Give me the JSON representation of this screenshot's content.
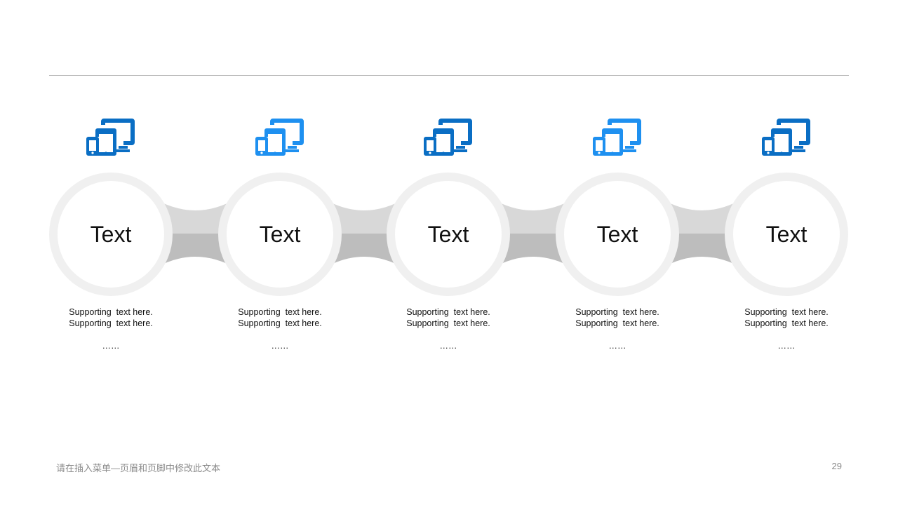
{
  "steps": [
    {
      "label": "Text",
      "support_line1": "Supporting  text here.",
      "support_line2": "Supporting  text here.",
      "ellipsis": "……",
      "icon": "devices-icon",
      "icon_color": "#0a6ec4"
    },
    {
      "label": "Text",
      "support_line1": "Supporting  text here.",
      "support_line2": "Supporting  text here.",
      "ellipsis": "……",
      "icon": "devices-icon",
      "icon_color": "#1e90f0"
    },
    {
      "label": "Text",
      "support_line1": "Supporting  text here.",
      "support_line2": "Supporting  text here.",
      "ellipsis": "……",
      "icon": "devices-icon",
      "icon_color": "#0a6ec4"
    },
    {
      "label": "Text",
      "support_line1": "Supporting  text here.",
      "support_line2": "Supporting  text here.",
      "ellipsis": "……",
      "icon": "devices-icon",
      "icon_color": "#1e90f0"
    },
    {
      "label": "Text",
      "support_line1": "Supporting  text here.",
      "support_line2": "Supporting  text here.",
      "ellipsis": "……",
      "icon": "devices-icon",
      "icon_color": "#0a6ec4"
    }
  ],
  "colors": {
    "ring": "#f0f0f0",
    "connector_light": "#d8d8d8",
    "connector_dark": "#bdbdbd",
    "rule": "#b4b4b4"
  },
  "footer": {
    "text": "请在插入菜单—页眉和页脚中修改此文本",
    "page_number": "29"
  }
}
